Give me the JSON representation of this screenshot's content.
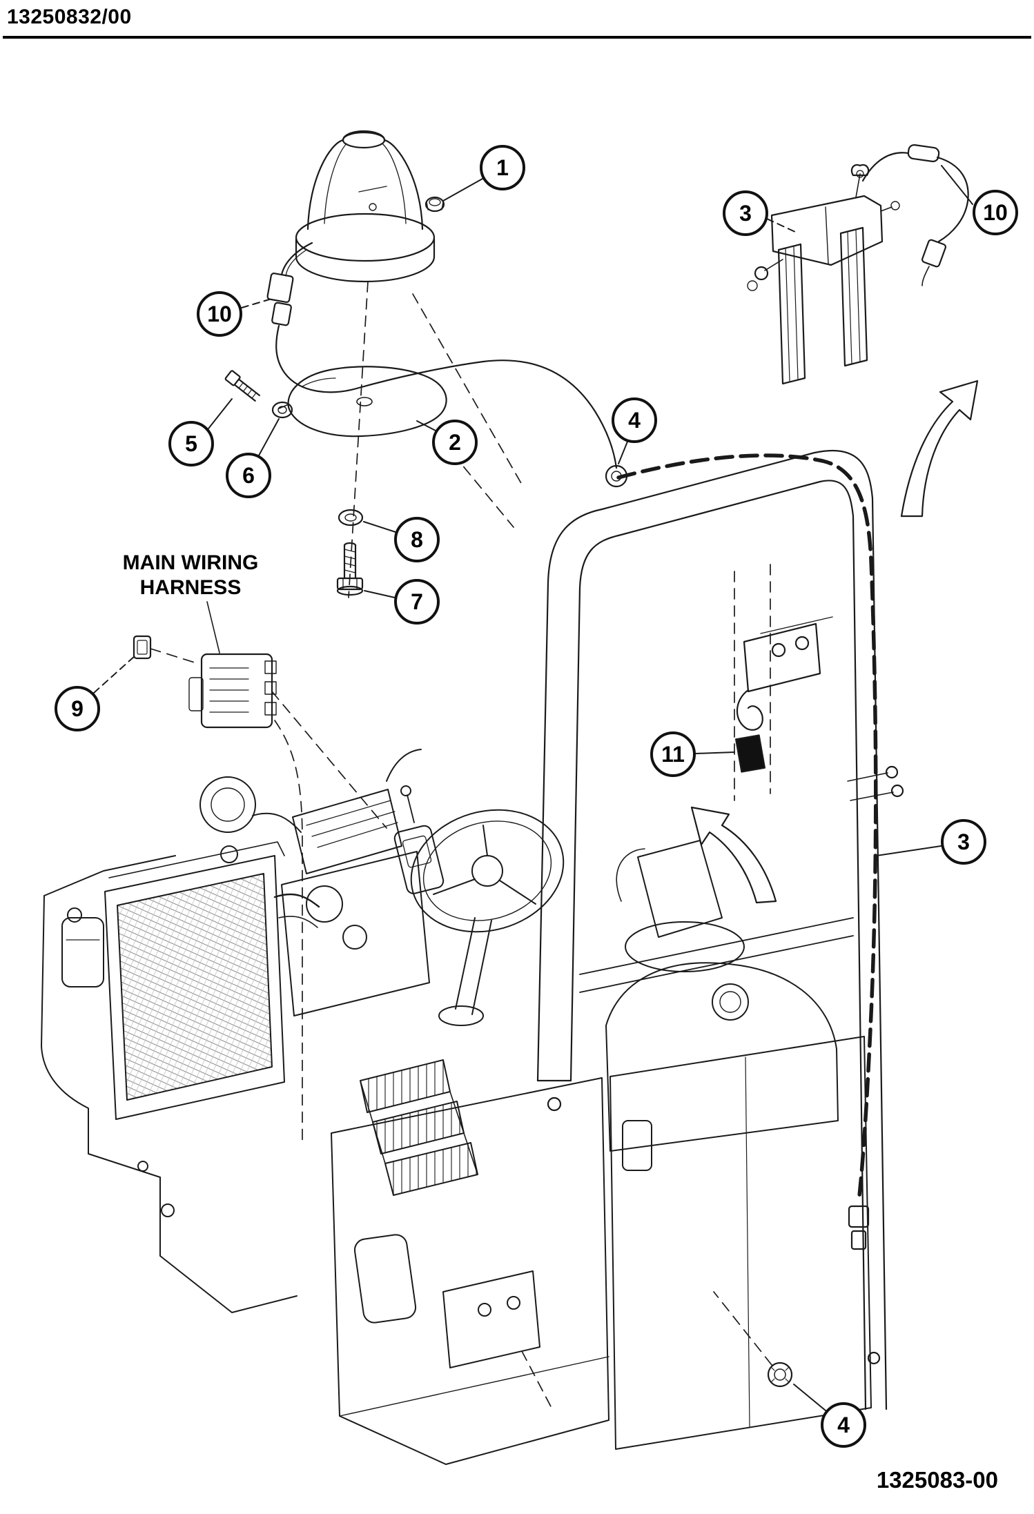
{
  "page": {
    "header_code": "13250832/00",
    "footer_code": "1325083-00"
  },
  "labels": {
    "main_wiring_harness": {
      "line1": "MAIN WIRING",
      "line2": "HARNESS"
    }
  },
  "callouts": [
    {
      "id": "item-1",
      "label": "1"
    },
    {
      "id": "item-2",
      "label": "2"
    },
    {
      "id": "item-3-upper",
      "label": "3"
    },
    {
      "id": "item-3-right",
      "label": "3"
    },
    {
      "id": "item-4-upper",
      "label": "4"
    },
    {
      "id": "item-4-lower",
      "label": "4"
    },
    {
      "id": "item-5",
      "label": "5"
    },
    {
      "id": "item-6",
      "label": "6"
    },
    {
      "id": "item-7",
      "label": "7"
    },
    {
      "id": "item-8",
      "label": "8"
    },
    {
      "id": "item-9",
      "label": "9"
    },
    {
      "id": "item-10-left",
      "label": "10"
    },
    {
      "id": "item-10-right",
      "label": "10"
    },
    {
      "id": "item-11",
      "label": "11"
    }
  ],
  "colors": {
    "line": "#1a1a1a",
    "background": "#ffffff",
    "marker_fill": "#111111"
  }
}
